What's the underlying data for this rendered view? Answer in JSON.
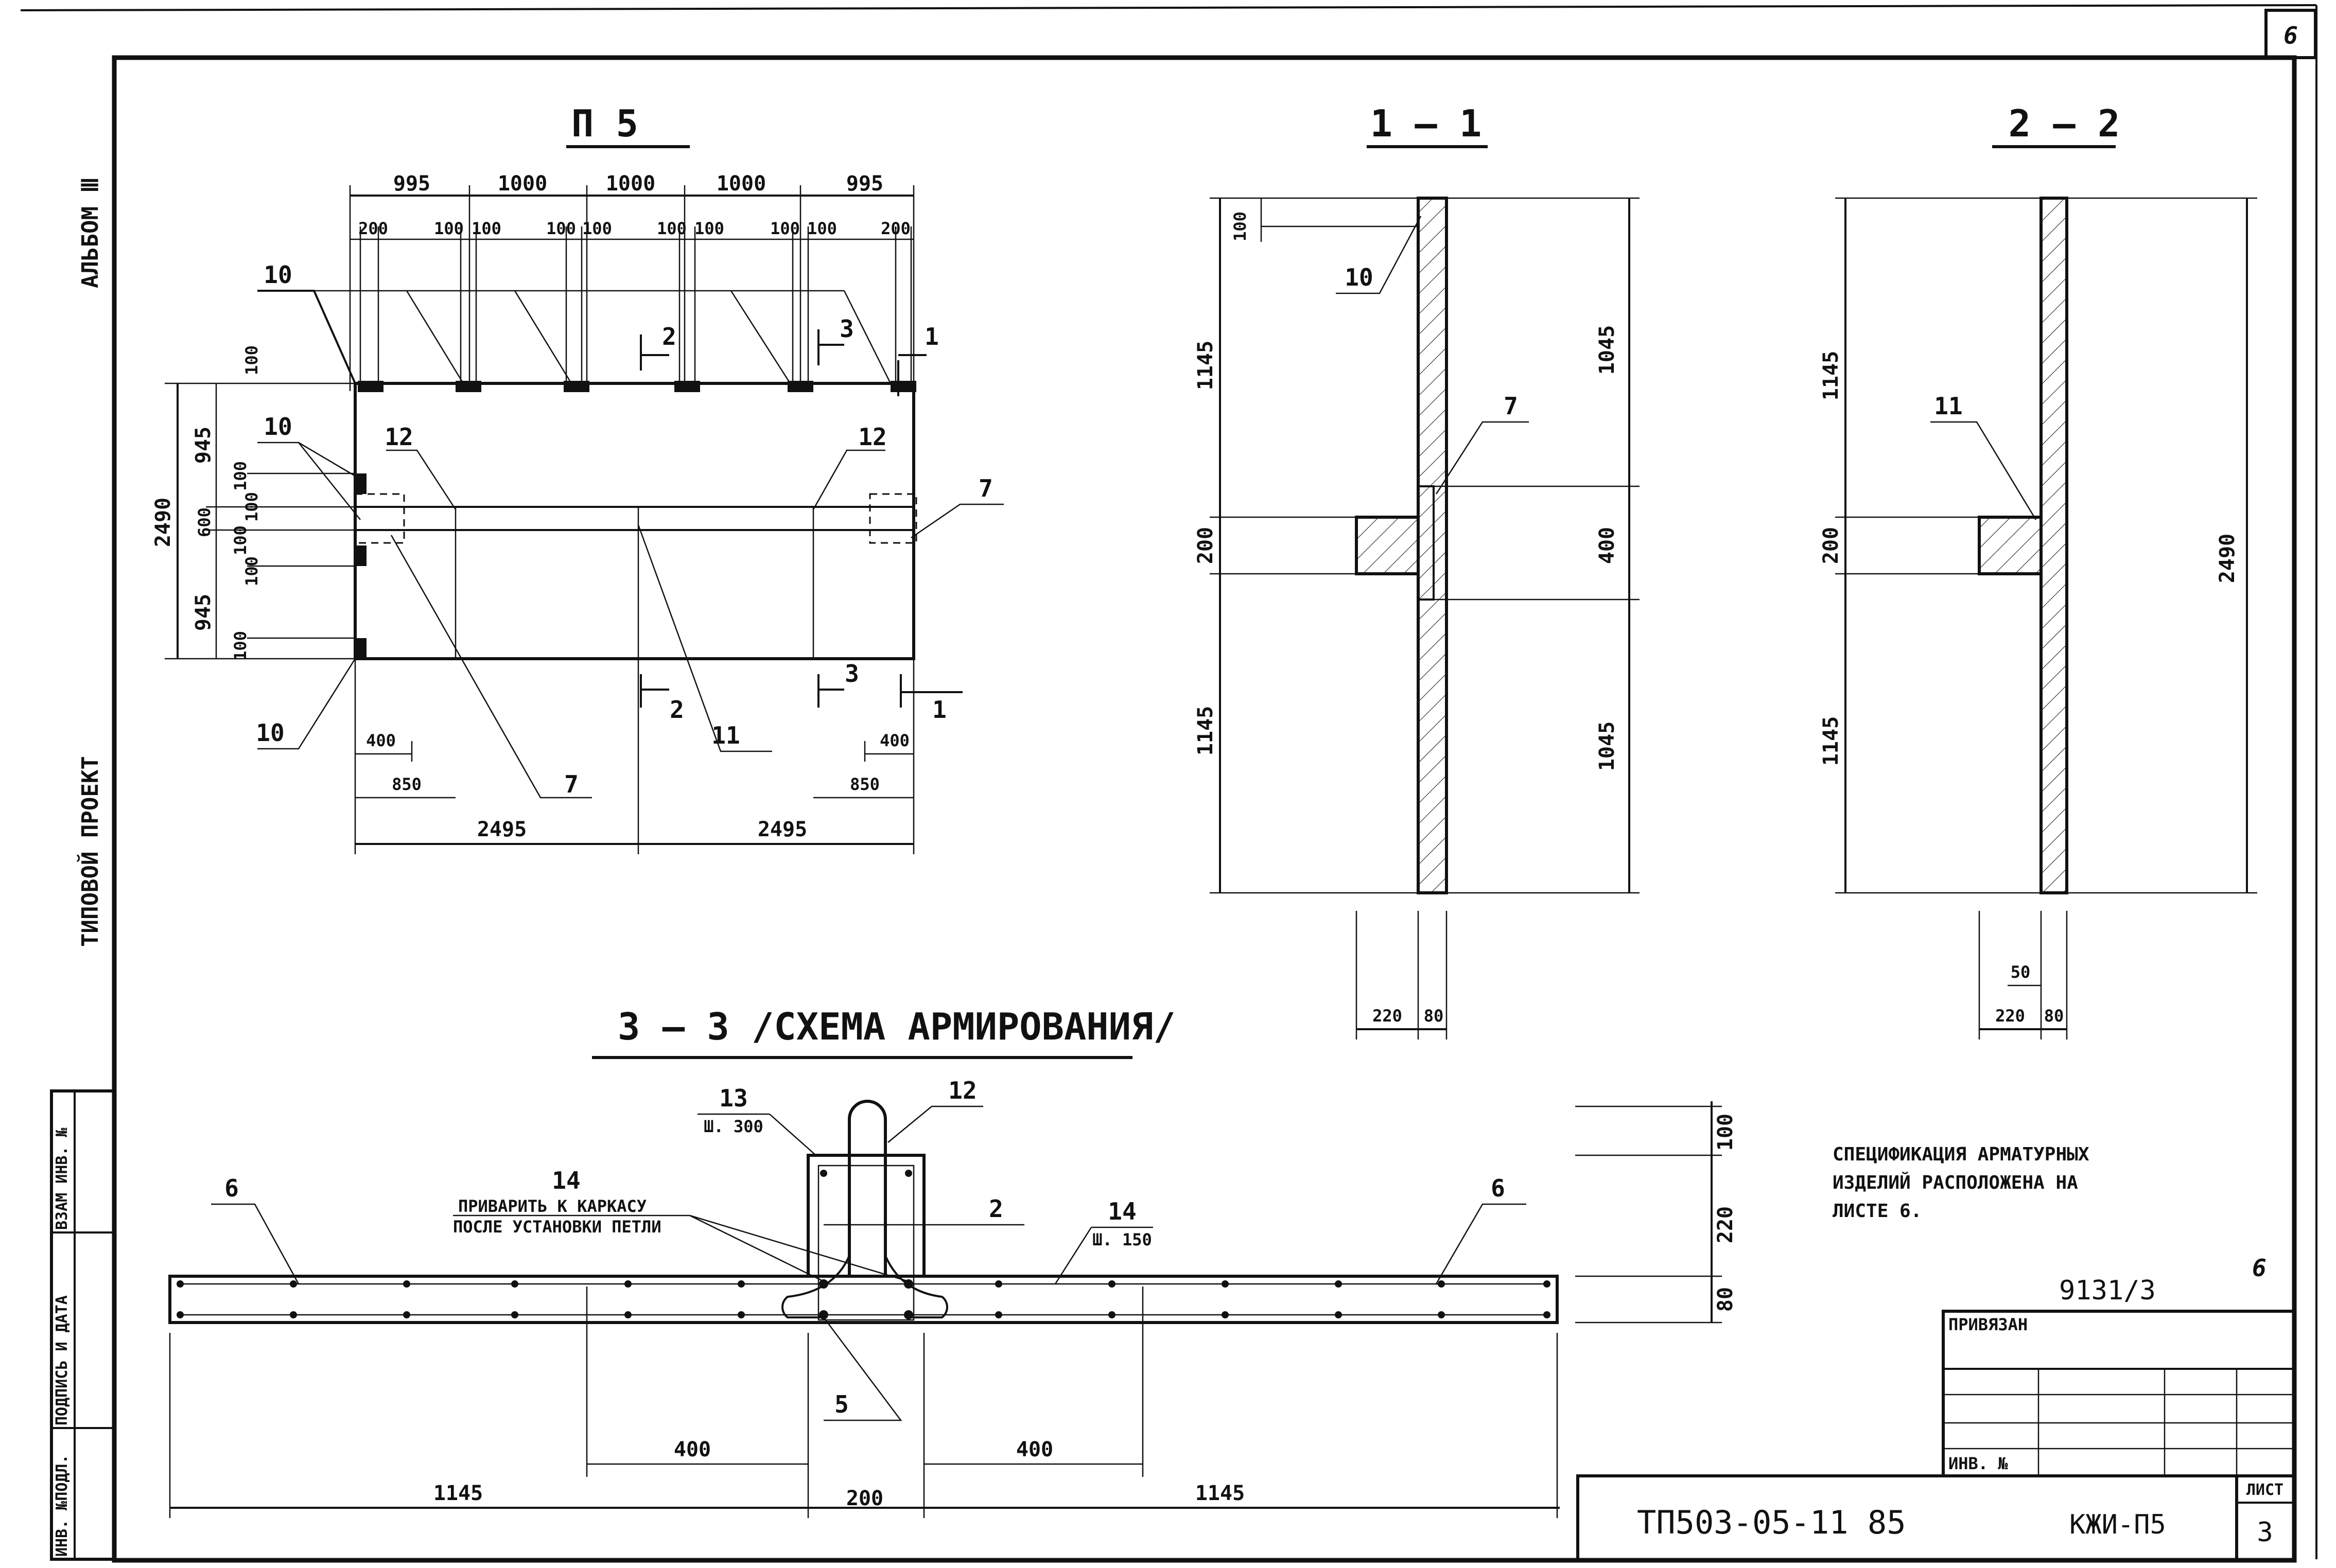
{
  "sheet": {
    "corner_number": "6",
    "side_labels": {
      "series": "ТИПОВОЙ ПРОЕКТ",
      "album": "АЛЬБОМ Ⅲ"
    },
    "stamp_columns": [
      "ИНВ. №ПОДЛ.",
      "ПОДПИСЬ И ДАТА",
      "ВЗАМ ИНВ. №"
    ],
    "spec_note": [
      "СПЕЦИФИКАЦИЯ АРМАТУРНЫХ",
      "ИЗДЕЛИЙ РАСПОЛОЖЕНА НА",
      "ЛИСТЕ 6."
    ],
    "reference": "9131/3",
    "reference_sheet": "6",
    "title_block": {
      "bound": "ПРИВЯЗАН",
      "inv": "ИНВ. №",
      "project_code": "ТП503-05-11 85",
      "item_code": "КЖИ-П5",
      "sheet_label": "ЛИСТ",
      "sheet_number": "3"
    }
  },
  "view_plan": {
    "title": "П 5",
    "top_dims": [
      "995",
      "1000",
      "1000",
      "1000",
      "995"
    ],
    "sub_dims": [
      "200",
      "100",
      "100",
      "100",
      "100",
      "100",
      "100",
      "100",
      "100",
      "200"
    ],
    "left_dims": [
      "100",
      "945",
      "100",
      "100",
      "600",
      "100",
      "100",
      "945",
      "100"
    ],
    "overall_height": "2490",
    "bottom_dims": [
      "400",
      "850",
      "2495",
      "2495",
      "400",
      "850"
    ],
    "callouts": [
      "10",
      "10",
      "10",
      "12",
      "12",
      "7",
      "7",
      "11"
    ],
    "section_marks": [
      "1",
      "2",
      "3",
      "2",
      "3",
      "1"
    ]
  },
  "view_section_1": {
    "title": "1 — 1",
    "dims": [
      "100",
      "1145",
      "200",
      "1145",
      "1045",
      "400",
      "1045",
      "220",
      "80"
    ],
    "callouts": [
      "10",
      "7"
    ]
  },
  "view_section_2": {
    "title": "2 — 2",
    "dims": [
      "1145",
      "200",
      "1145",
      "2490",
      "50",
      "220",
      "80"
    ],
    "callouts": [
      "11"
    ]
  },
  "view_section_3": {
    "title": "3 — 3 /СХЕМА АРМИРОВАНИЯ/",
    "callouts": [
      "13",
      "12",
      "14",
      "2",
      "14",
      "6",
      "6",
      "5"
    ],
    "spacing_notes": [
      "Ш. 300",
      "Ш. 150"
    ],
    "weld_note": [
      "ПРИВАРИТЬ К КАРКАСУ",
      "ПОСЛЕ УСТАНОВКИ ПЕТЛИ"
    ],
    "dims": [
      "100",
      "220",
      "80",
      "400",
      "400",
      "1145",
      "200",
      "1145"
    ]
  }
}
